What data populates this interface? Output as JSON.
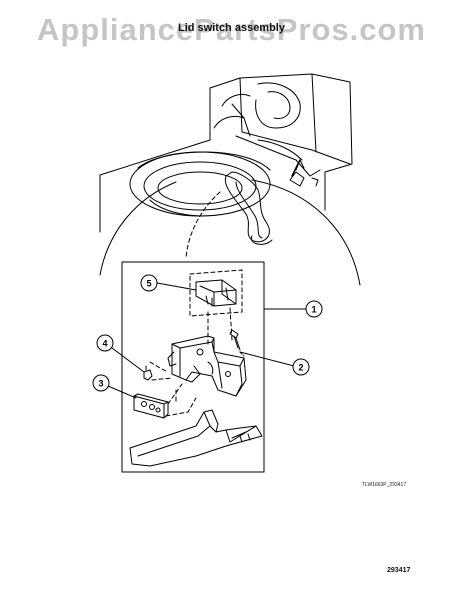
{
  "watermark": "AppliancePartsPros.com",
  "title": "Lid switch assembly",
  "callouts": [
    {
      "number": "1",
      "part": "switch-bracket-assembly"
    },
    {
      "number": "2",
      "part": "screw"
    },
    {
      "number": "3",
      "part": "switch-mount-plate"
    },
    {
      "number": "4",
      "part": "pin"
    },
    {
      "number": "5",
      "part": "lid-switch"
    }
  ],
  "drawing_ref": "TLW1663P_293417",
  "page_ref": "293417",
  "colors": {
    "line": "#000000",
    "watermark": "#969696",
    "background": "#ffffff"
  }
}
